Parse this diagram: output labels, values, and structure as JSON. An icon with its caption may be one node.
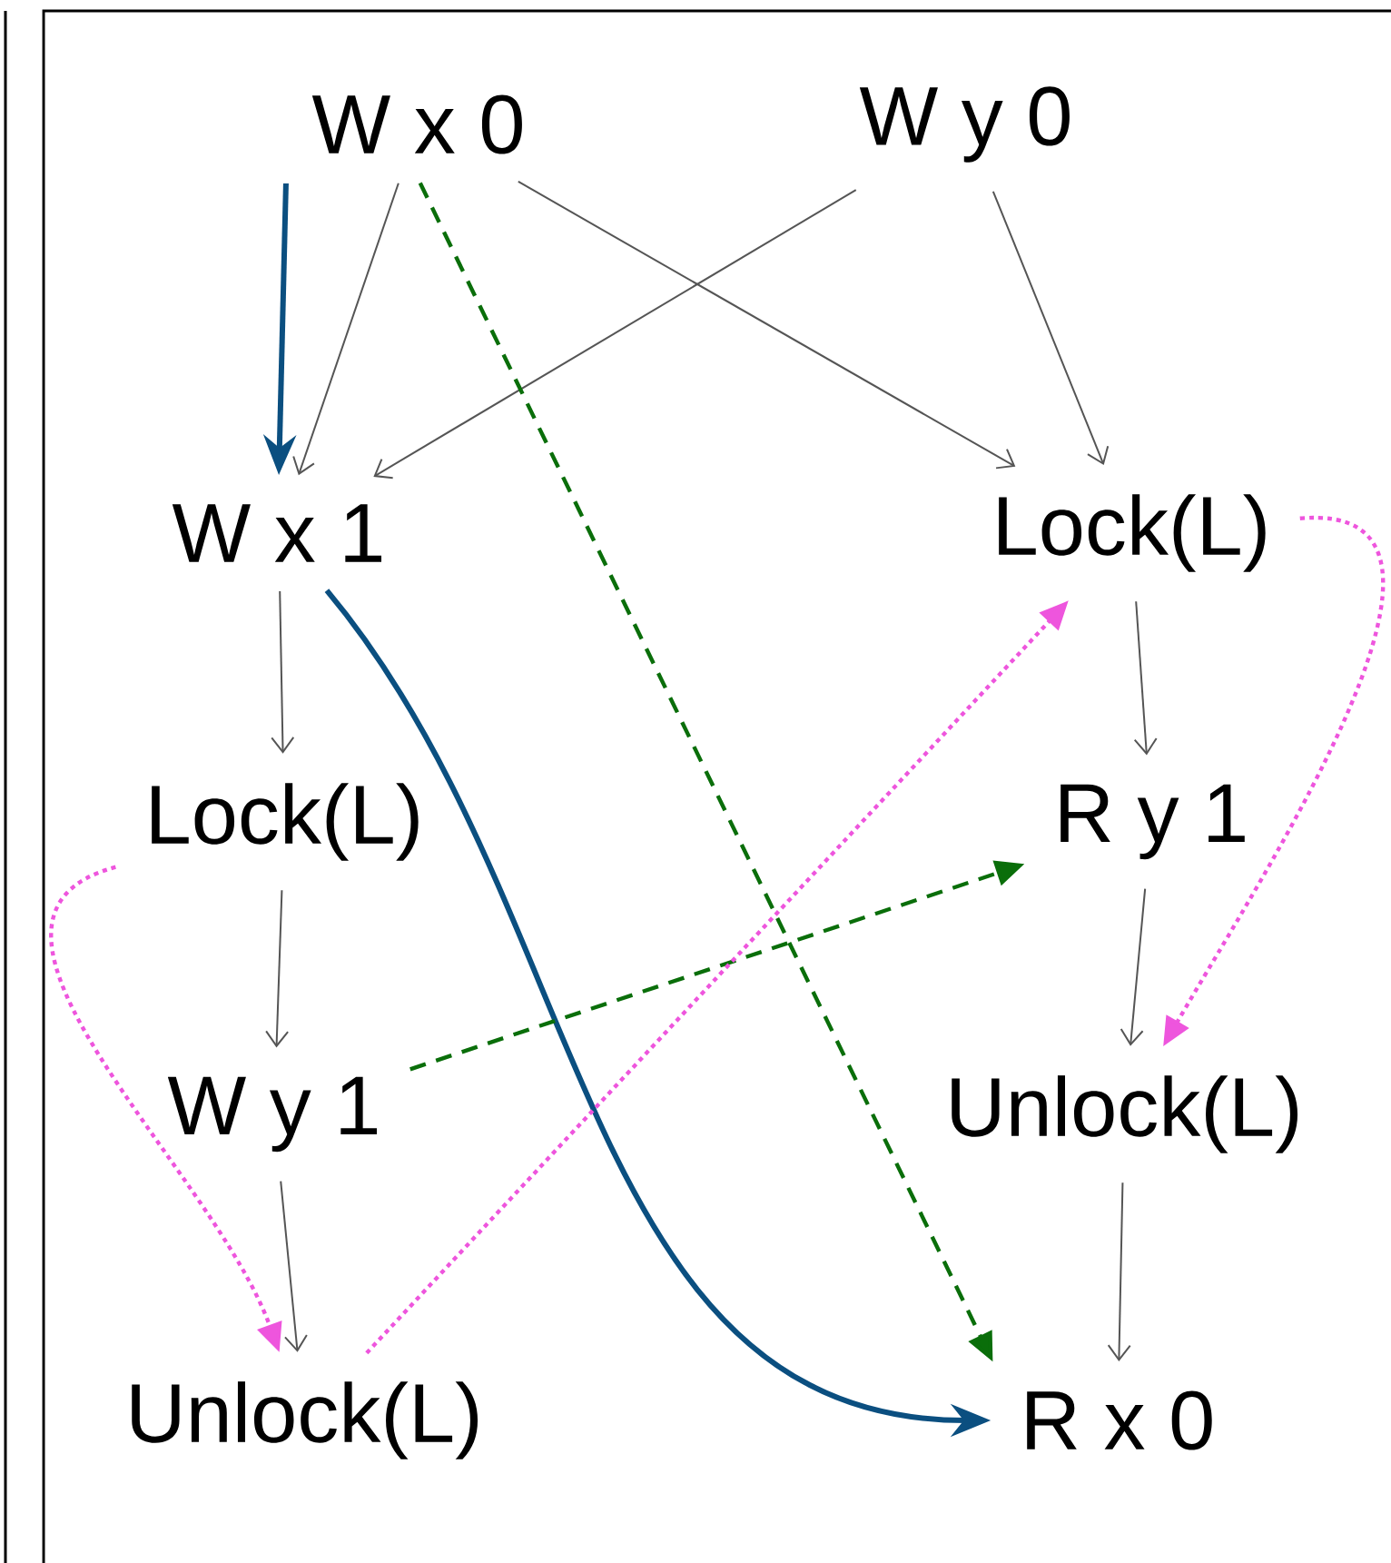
{
  "diagram": {
    "nodes": [
      {
        "text": [
          "W x 0"
        ]
      },
      {
        "text": [
          "W y 0"
        ]
      },
      {
        "text": [
          "W x 1"
        ]
      },
      {
        "text": [
          "Lock(L)"
        ]
      },
      {
        "text": [
          "W y 1"
        ]
      },
      {
        "text": [
          "Unlock(L)"
        ]
      },
      {
        "text": [
          "Lock(L)"
        ]
      },
      {
        "text": [
          "R y 1"
        ]
      },
      {
        "text": [
          "Unlock(L)"
        ]
      },
      {
        "text": [
          "R x 0"
        ]
      }
    ],
    "edges": [
      {
        "from": 0,
        "to": 2,
        "arrow": "to"
      },
      {
        "from": 0,
        "to": 6,
        "arrow": "to"
      },
      {
        "from": 1,
        "to": 2,
        "arrow": "to"
      },
      {
        "from": 1,
        "to": 6,
        "arrow": "to"
      },
      {
        "from": 2,
        "to": 3,
        "arrow": "to"
      },
      {
        "from": 3,
        "to": 4,
        "arrow": "to"
      },
      {
        "from": 4,
        "to": 5,
        "arrow": "to"
      },
      {
        "from": 6,
        "to": 7,
        "arrow": "to"
      },
      {
        "from": 7,
        "to": 8,
        "arrow": "to"
      },
      {
        "from": 8,
        "to": 9,
        "arrow": "to"
      },
      {
        "from": 0,
        "to": 2,
        "arrow": "to",
        "style": "thick",
        "color": "#0b4f80"
      },
      {
        "from": 2,
        "to": 9,
        "arrow": "to",
        "style": "thick",
        "color": "#0b4f80"
      },
      {
        "from": 0,
        "to": 9,
        "arrow": "to",
        "style": "dashed",
        "color": "#0a6e0a"
      },
      {
        "from": 4,
        "to": 7,
        "arrow": "to",
        "style": "dashed",
        "color": "#0a6e0a"
      },
      {
        "from": 3,
        "to": 5,
        "arrow": "to",
        "style": "dashed",
        "color": "#ee55dd"
      },
      {
        "from": 5,
        "to": 6,
        "arrow": "to",
        "style": "dashed",
        "color": "#ee55dd"
      },
      {
        "from": 6,
        "to": 8,
        "arrow": "to",
        "style": "dashed",
        "color": "#ee55dd"
      }
    ]
  }
}
